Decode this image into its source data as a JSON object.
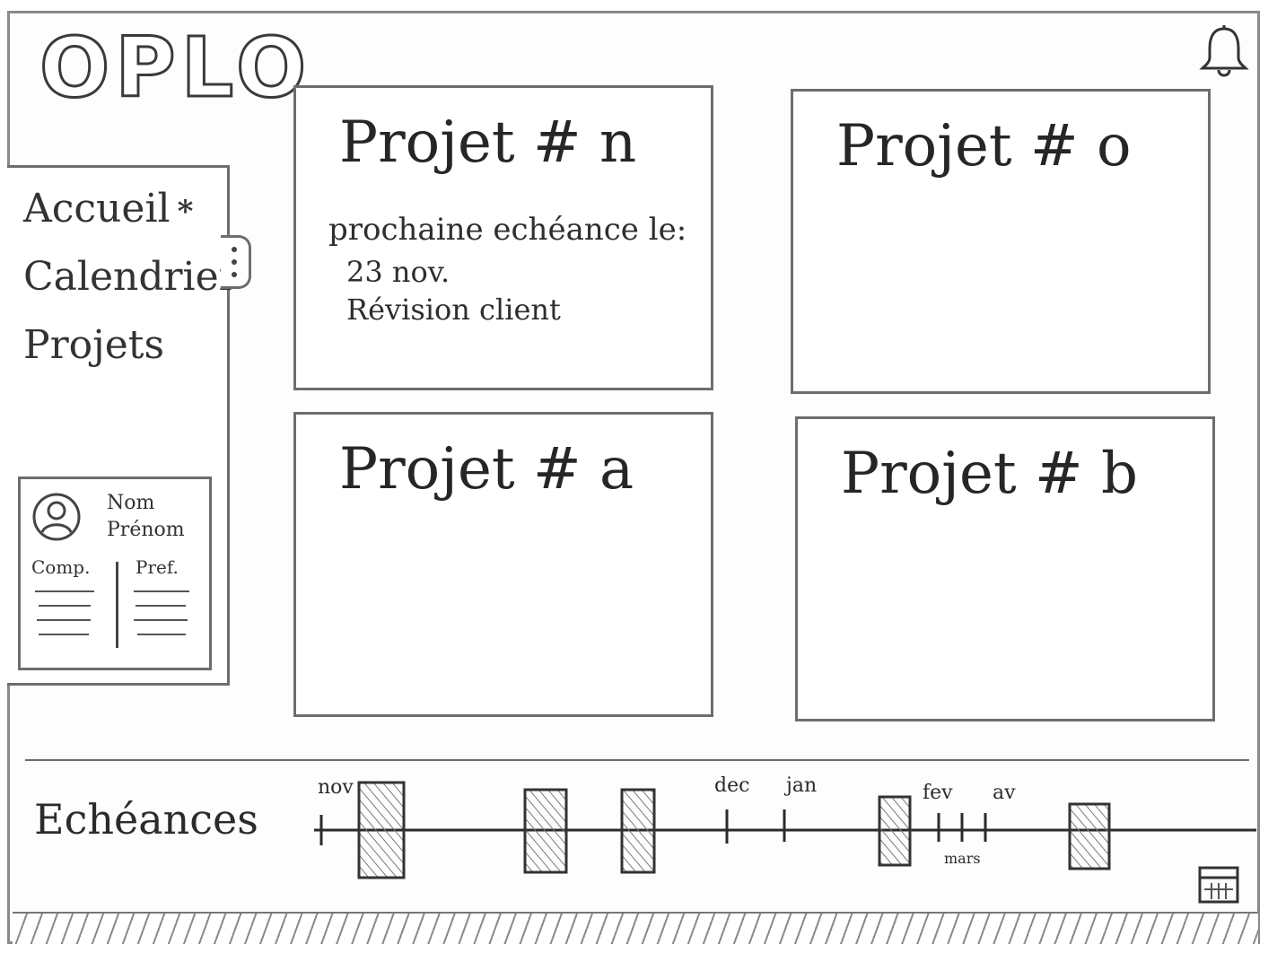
{
  "app": {
    "logo": "OPLO"
  },
  "header": {
    "notifications_icon": "bell-icon"
  },
  "sidebar": {
    "items": [
      {
        "label": "Accueil",
        "marker": "*",
        "active": true
      },
      {
        "label": "Calendrier"
      },
      {
        "label": "Projets"
      }
    ],
    "handle_icon": "vertical-dots-icon",
    "profile": {
      "avatar_icon": "user-avatar-icon",
      "nom": "Nom",
      "prenom": "Prénom",
      "col1": "Comp.",
      "col2": "Pref."
    }
  },
  "projects": [
    {
      "title": "Projet # n",
      "deadline_label": "prochaine echéance le:",
      "deadline_date": "23 nov.",
      "deadline_task": "Révision client"
    },
    {
      "title": "Projet # o"
    },
    {
      "title": "Projet # a"
    },
    {
      "title": "Projet # b"
    }
  ],
  "timeline": {
    "label": "Echéances",
    "months": [
      "nov",
      "dec",
      "jan",
      "fev",
      "mars",
      "av"
    ],
    "calendar_icon": "calendar-icon",
    "colors": {
      "line": "#2b2b2b",
      "hatch": "#7a7a7a"
    }
  }
}
